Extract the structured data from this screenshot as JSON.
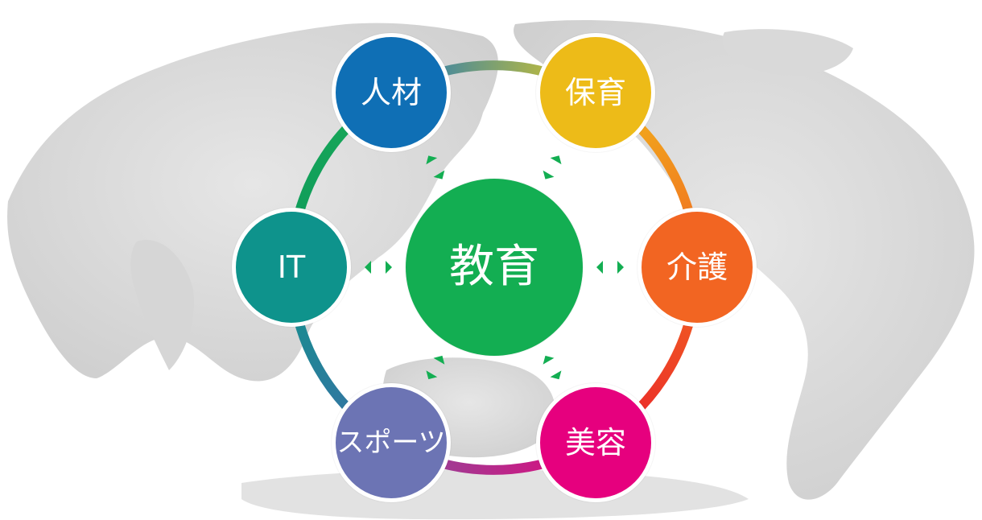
{
  "diagram": {
    "center": {
      "label": "教育",
      "color": "#13AE52"
    },
    "nodes": [
      {
        "id": "jinzai",
        "label": "人材",
        "color": "#0F6FB5"
      },
      {
        "id": "hoiku",
        "label": "保育",
        "color": "#EDBB18"
      },
      {
        "id": "kaigo",
        "label": "介護",
        "color": "#F26522"
      },
      {
        "id": "biyou",
        "label": "美容",
        "color": "#E6007E"
      },
      {
        "id": "sports",
        "label": "スポーツ",
        "color": "#6C74B4"
      },
      {
        "id": "it",
        "label": "IT",
        "color": "#0E938C"
      }
    ],
    "ring_colors": {
      "jinzai_hoiku": [
        "#1976C2",
        "#E3CB1E"
      ],
      "hoiku_kaigo": [
        "#F2B61A",
        "#F06A22"
      ],
      "kaigo_biyou": [
        "#F26522",
        "#E9202A"
      ],
      "biyou_sports": [
        "#E2087C",
        "#8A4C9A"
      ],
      "sports_it": [
        "#3B6FA8",
        "#10928A"
      ],
      "it_jinzai": [
        "#0D9A5C",
        "#19A957"
      ]
    },
    "arrow_color": "#13AE52",
    "background": {
      "map_color": "#DCDCDC",
      "map_shadow": "#C9C9C9"
    }
  }
}
